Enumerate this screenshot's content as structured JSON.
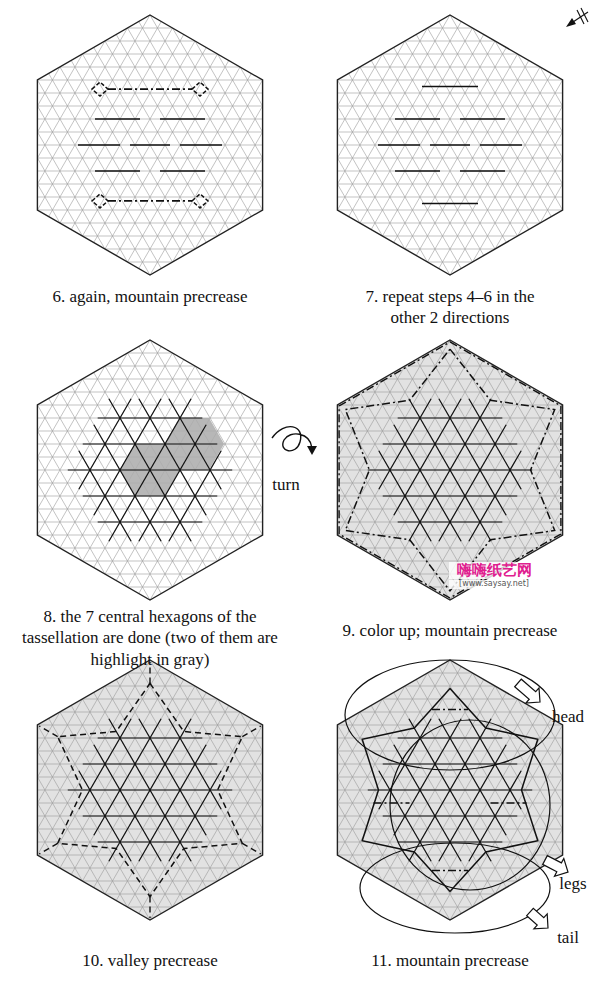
{
  "diagram": {
    "labels": [
      "6. again, mountain precrease",
      "7. repeat steps 4–6 in the other 2 directions",
      "8. the 7 central hexagons of the tassellation are done (two of them are highlight in gray)",
      "turn",
      "9. color up; mountain precrease",
      "10. valley precrease",
      "11. mountain precrease",
      "head",
      "legs",
      "tail",
      "嗨嗨纸艺网",
      "[www.saysay.net]"
    ]
  }
}
